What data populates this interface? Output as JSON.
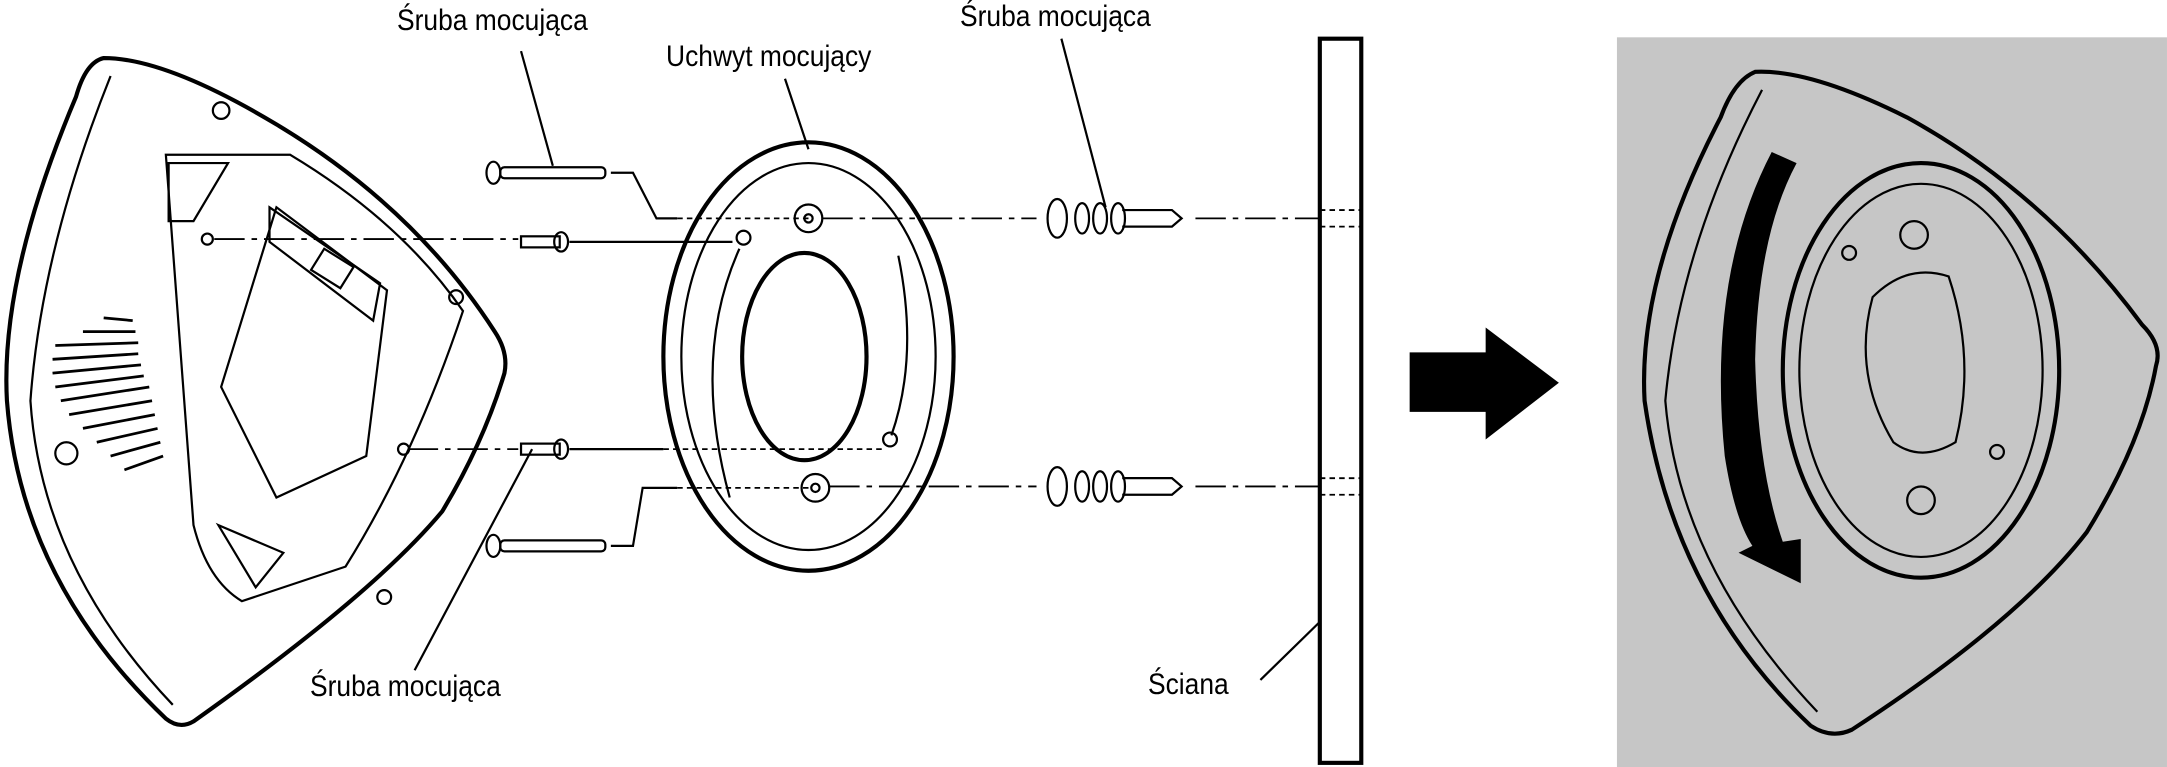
{
  "labels": {
    "screw_top_left": "Śruba mocująca",
    "bracket": "Uchwyt mocujący",
    "screw_top_right": "Śruba mocująca",
    "screw_bottom": "Śruba mocująca",
    "wall": "Ściana"
  },
  "colors": {
    "panel_bg": "#c6c6c6",
    "line": "#000000"
  }
}
